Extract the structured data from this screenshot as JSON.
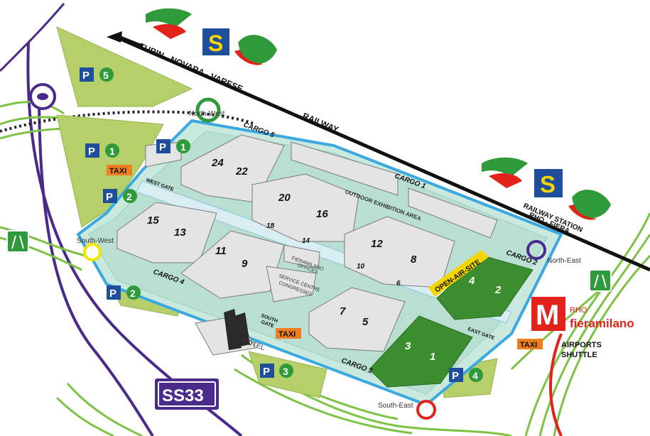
{
  "railway_line": {
    "destinations": "TURIN - NOVARA - VARESE",
    "label": "RAILWAY"
  },
  "station": {
    "name_line1": "RAILWAY STATION",
    "name_line2": "RHO - FIERA"
  },
  "metro": {
    "letter": "M",
    "line1": "RHO",
    "line2": "fieramilano",
    "color": "#e2231a"
  },
  "shuttle": {
    "line1": "AIRPORTS",
    "line2": "SHUTTLE"
  },
  "road": {
    "sign": "SS33"
  },
  "cargo": {
    "c1": "CARGO 1",
    "c2": "CARGO 2",
    "c3": "CARGO 3",
    "c4": "CARGO 4",
    "c5": "CARGO 5"
  },
  "gates": {
    "north_west": "North-West",
    "north_east": "North-East",
    "south_west": "South-West",
    "south_east": "South-East",
    "west_gate": "WEST GATE",
    "east_gate": "EAST GATE",
    "south_gate_1": "SOUTH",
    "south_gate_2": "GATE"
  },
  "parking": {
    "letter": "P",
    "p5": "5",
    "p1": "1",
    "p1b": "1",
    "p2a": "2",
    "p2b": "2",
    "p3": "3",
    "p4": "4"
  },
  "taxi": {
    "t1": "TAXI",
    "t2": "TAXI",
    "t3": "TAXI"
  },
  "halls": {
    "h24": "24",
    "h22": "22",
    "h20": "20",
    "h16": "16",
    "h18": "18",
    "h14": "14",
    "h12": "12",
    "h8": "8",
    "h10": "10",
    "h6": "6",
    "h15": "15",
    "h13": "13",
    "h11": "11",
    "h9": "9",
    "h7": "7",
    "h5": "5",
    "h4": "4",
    "h2": "2",
    "h3": "3",
    "h1": "1"
  },
  "areas": {
    "outdoor": "OUTDOOR EXHIBITION AREA",
    "open_air": "OPEN-AIR-SITE",
    "service_1": "SERVICE CENTRE",
    "service_2": "CONGRESSES",
    "fieramilano_1": "FIERAMILANO",
    "fieramilano_2": "OFFICES",
    "hotel": "HOTEL"
  },
  "colors": {
    "green_area": "#b5cf6b",
    "exhibit_green": "#3c8d2f",
    "ring_road": "#3aa9e0",
    "roads_green": "#7cc243",
    "ss33": "#4a2a8a",
    "parking_blue": "#1f4e9c",
    "taxi_orange": "#f07d1e",
    "trenord_s": "#f5d500"
  }
}
